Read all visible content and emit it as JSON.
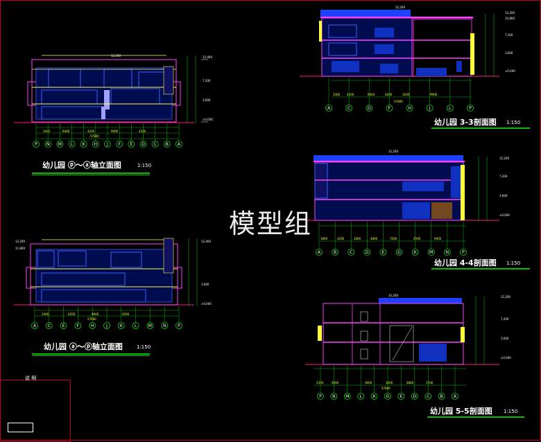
{
  "watermark": "模型组",
  "notes_label": "说 明",
  "drawings": [
    {
      "id": "elev-p-a",
      "title": "幼儿园 ⓟ～ⓐ轴立面图",
      "scale": "1:150",
      "axes": [
        "P",
        "N",
        "M",
        "L",
        "K",
        "H",
        "J",
        "F",
        "E",
        "D",
        "C",
        "B",
        "A"
      ]
    },
    {
      "id": "elev-a-p",
      "title": "幼儿园 ⓐ～ⓟ轴立面图",
      "scale": "1:150",
      "axes": [
        "A",
        "C",
        "E",
        "F",
        "H",
        "J",
        "K",
        "L",
        "M",
        "N",
        "P"
      ]
    },
    {
      "id": "sec-3",
      "title": "幼儿园 3-3剖面图",
      "scale": "1:150",
      "axes": [
        "A",
        "C",
        "D",
        "F",
        "H",
        "J",
        "L",
        "P"
      ]
    },
    {
      "id": "sec-4",
      "title": "幼儿园 4-4剖面图",
      "scale": "1:150",
      "axes": [
        "A",
        "B",
        "C",
        "D",
        "E",
        "G",
        "K",
        "M",
        "N",
        "P"
      ]
    },
    {
      "id": "sec-5",
      "title": "幼儿园 5-5剖面图",
      "scale": "1:150",
      "axes": [
        "P",
        "N",
        "M",
        "L",
        "K",
        "G",
        "E",
        "D",
        "C",
        "B",
        "A"
      ]
    }
  ]
}
